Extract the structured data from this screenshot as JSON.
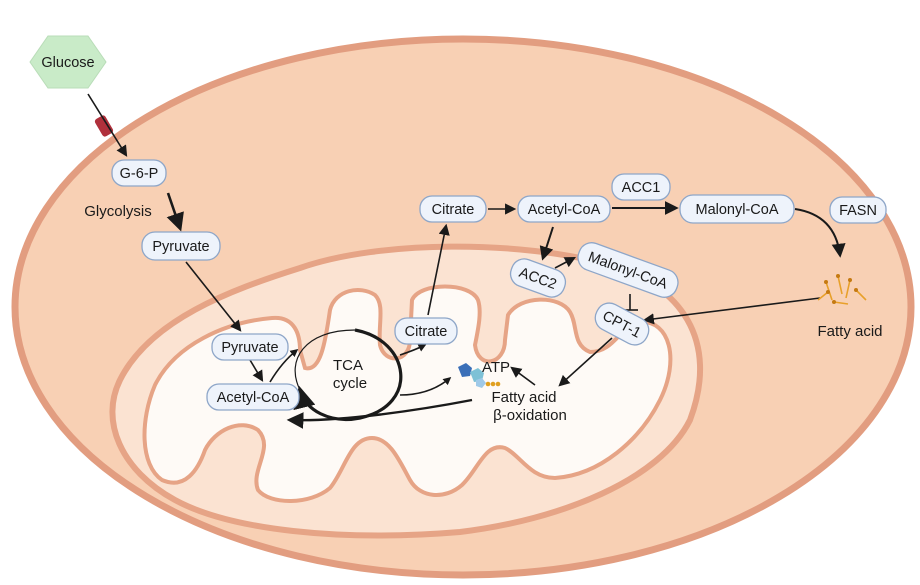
{
  "nodes": {
    "glucose": "Glucose",
    "g6p": "G-6-P",
    "glycolysis": "Glycolysis",
    "pyruvate_cyto": "Pyruvate",
    "pyruvate_mito": "Pyruvate",
    "acetyl_coa_mito": "Acetyl-CoA",
    "tca_line1": "TCA",
    "tca_line2": "cycle",
    "citrate_mito": "Citrate",
    "citrate_cyto": "Citrate",
    "acetyl_coa_cyto": "Acetyl-CoA",
    "acc1": "ACC1",
    "malonyl_coa_cyto": "Malonyl-CoA",
    "fasn": "FASN",
    "fatty_acid": "Fatty acid",
    "acc2": "ACC2",
    "malonyl_coa_reg": "Malonyl-CoA",
    "cpt1": "CPT-1",
    "atp": "ATP",
    "fao_line1": "Fatty acid",
    "fao_line2": "β-oxidation"
  },
  "colors": {
    "cell_fill": "#f8d0b4",
    "cell_border": "#e29d80",
    "mito_fill": "#fdf4ec",
    "mito_border": "#e6a486",
    "node_fill": "#eef3fb",
    "node_stroke": "#8ea6c8",
    "glucose_fill": "#c9ebc8",
    "arrow": "#1a1a1a",
    "fatty_acid": "#e8a02a",
    "transporter": "#b0303c"
  },
  "icons": {
    "atp": "atp-molecule-icon",
    "fatty_acid": "fatty-acid-molecules-icon",
    "transporter": "glucose-transporter-icon"
  }
}
